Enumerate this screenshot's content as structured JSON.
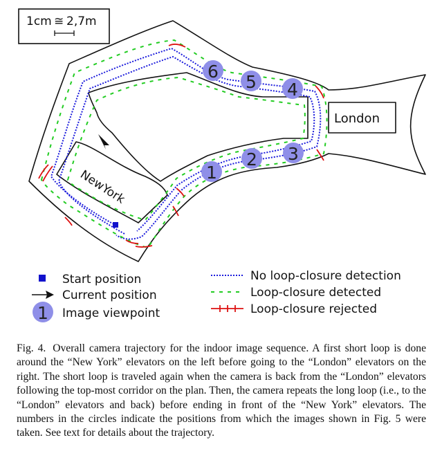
{
  "scale": {
    "label_left": "1cm",
    "label_approx": "≅",
    "label_right": "2,7m"
  },
  "rooms": {
    "new_york": "NewYork",
    "london": "London"
  },
  "viewpoints": [
    "1",
    "2",
    "3",
    "4",
    "5",
    "6"
  ],
  "legend": {
    "start": "Start position",
    "current": "Current position",
    "viewpoint_number": "1",
    "viewpoint": "Image viewpoint",
    "no_loop": "No loop-closure detection",
    "detected": "Loop-closure detected",
    "rejected": "Loop-closure rejected"
  },
  "colors": {
    "no_loop": "#1a1adc",
    "detected": "#22cc22",
    "rejected": "#dd1111",
    "viewpoint_fill": "#8f8fe8",
    "start": "#1111cc"
  },
  "caption": {
    "label": "Fig. 4.",
    "text": "Overall camera trajectory for the indoor image sequence. A first short loop is done around the “New York” elevators on the left before going to the “London” elevators on the right. The short loop is traveled again when the camera is back from the “London” elevators following the top-most corridor on the plan. Then, the camera repeats the long loop (i.e., to the “London” elevators and back) before ending in front of the “New York” elevators. The numbers in the circles indicate the positions from which the images shown in Fig. 5 were taken. See text for details about the trajectory."
  }
}
